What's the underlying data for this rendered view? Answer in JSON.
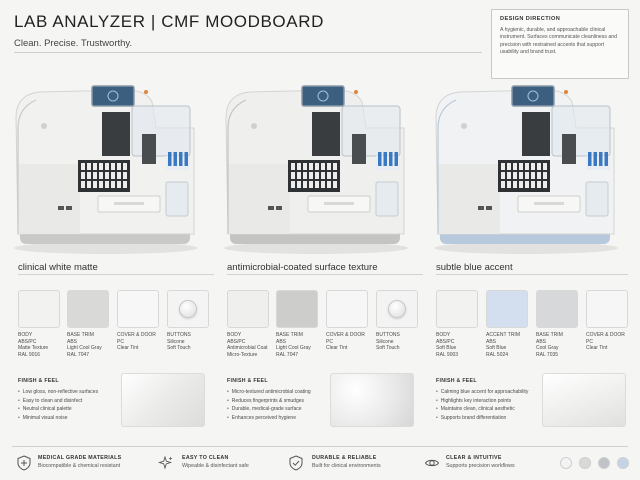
{
  "header": {
    "title": "LAB ANALYZER  |  CMF MOODBOARD",
    "tagline": "Clean. Precise. Trustworthy."
  },
  "design_direction": {
    "title": "DESIGN DIRECTION",
    "text": "A hygienic, durable, and approachable clinical instrument. Surfaces communicate cleanliness and precision with restrained accents that support usability and brand trust."
  },
  "variants": [
    {
      "label": "clinical white matte",
      "body_color": "#f1f1ef",
      "trim_color": "#c9c9c7",
      "swatches": [
        {
          "color": "#f2f2f0",
          "lines": [
            "BODY",
            "ABS/PC",
            "Matte Texture",
            "RAL 9016"
          ]
        },
        {
          "color": "#d9d9d7",
          "lines": [
            "BASE TRIM",
            "ABS",
            "Light Cool Gray",
            "RAL 7047"
          ]
        },
        {
          "color": "#f7f7f7",
          "lines": [
            "COVER & DOOR",
            "PC",
            "Clear Tint"
          ]
        },
        {
          "color": "#f4f4f4",
          "lines": [
            "BUTTONS",
            "Silicone",
            "Soft Touch"
          ],
          "button": true
        }
      ],
      "finish_title": "FINISH & FEEL",
      "finish": [
        "Low gloss, non-reflective surfaces",
        "Easy to clean and disinfect",
        "Neutral clinical palette",
        "Minimal visual noise"
      ]
    },
    {
      "label": "antimicrobial-coated surface texture",
      "body_color": "#efefed",
      "trim_color": "#c4c4c2",
      "swatches": [
        {
          "color": "#efefee",
          "lines": [
            "BODY",
            "ABS/PC",
            "Antimicrobial Coat",
            "Micro-Texture"
          ]
        },
        {
          "color": "#cdcdcc",
          "lines": [
            "BASE TRIM",
            "ABS",
            "Light Cool Gray",
            "RAL 7047"
          ]
        },
        {
          "color": "#f6f6f6",
          "lines": [
            "COVER & DOOR",
            "PC",
            "Clear Tint"
          ]
        },
        {
          "color": "#f3f3f3",
          "lines": [
            "BUTTONS",
            "Silicone",
            "Soft Touch"
          ],
          "button": true
        }
      ],
      "finish_title": "FINISH & FEEL",
      "finish": [
        "Micro-textured antimicrobial coating",
        "Reduces fingerprints & smudges",
        "Durable, medical-grade surface",
        "Enhances perceived hygiene"
      ]
    },
    {
      "label": "subtle blue accent",
      "body_color": "#f1f2f3",
      "trim_color": "#b9c9dd",
      "swatches": [
        {
          "color": "#f2f2f1",
          "lines": [
            "BODY",
            "ABS/PC",
            "Soft Blue",
            "RAL 9003"
          ]
        },
        {
          "color": "#d3dfee",
          "lines": [
            "ACCENT TRIM",
            "ABS",
            "Soft Blue",
            "RAL 5024"
          ]
        },
        {
          "color": "#d7d8d9",
          "lines": [
            "BASE TRIM",
            "ABS",
            "Cool Gray",
            "RAL 7035"
          ]
        },
        {
          "color": "#f6f6f6",
          "lines": [
            "COVER & DOOR",
            "PC",
            "Clear Tint"
          ]
        }
      ],
      "finish_title": "FINISH & FEEL",
      "finish": [
        "Calming blue accent for approachability",
        "Highlights key interaction points",
        "Maintains clean, clinical aesthetic",
        "Supports brand differentiation"
      ]
    }
  ],
  "footer": [
    {
      "icon": "shield-cross-icon",
      "title": "MEDICAL GRADE MATERIALS",
      "sub": "Biocompatible & chemical resistant"
    },
    {
      "icon": "sparkle-icon",
      "title": "EASY TO CLEAN",
      "sub": "Wipeable & disinfectant safe"
    },
    {
      "icon": "shield-check-icon",
      "title": "DURABLE & RELIABLE",
      "sub": "Built for clinical environments"
    },
    {
      "icon": "eye-icon",
      "title": "CLEAR & INTUITIVE",
      "sub": "Supports precision workflows"
    }
  ],
  "palette_dots": [
    "#f3f3f3",
    "#d9d9d9",
    "#bfc3c8",
    "#c4d4e8"
  ]
}
